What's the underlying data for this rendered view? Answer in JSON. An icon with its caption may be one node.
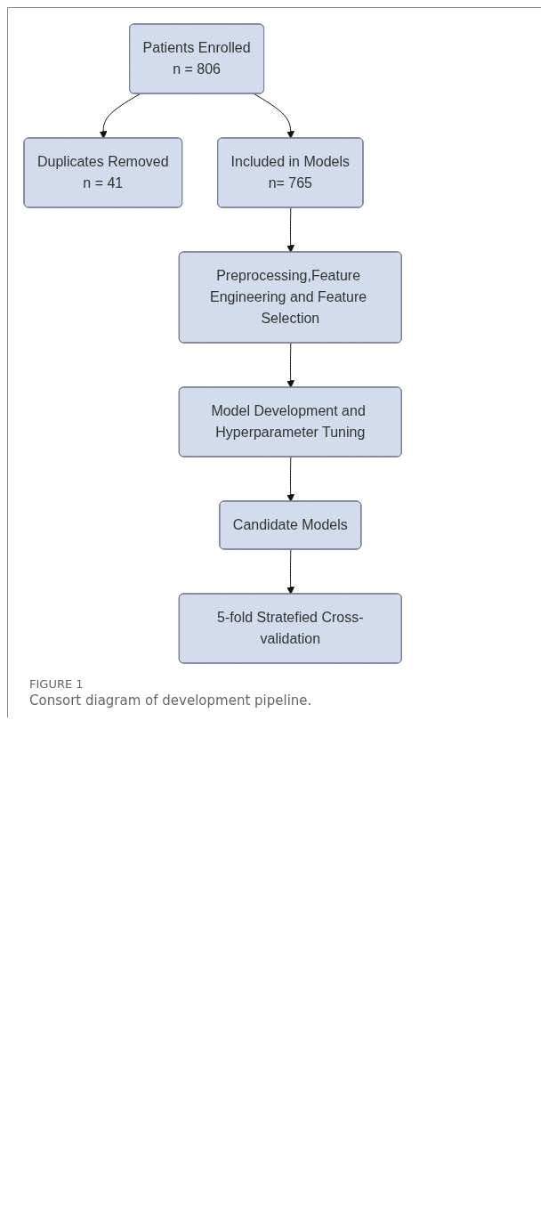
{
  "diagram": {
    "caption": "Consort diagram of development pipeline.",
    "nodes": [
      {
        "text": [
          "Patients Enrolled",
          "n = 806"
        ]
      },
      {
        "text": [
          "Duplicates Removed",
          "n = 41"
        ]
      },
      {
        "text": [
          "Included in Models",
          "n= 765"
        ]
      },
      {
        "text": [
          "Preprocessing,Feature Engineering and Feature Selection"
        ]
      },
      {
        "text": [
          "Model Development and Hyperparameter Tuning"
        ]
      },
      {
        "text": [
          "Candidate Models"
        ]
      },
      {
        "text": [
          "5-fold Stratefied Cross-validation"
        ]
      }
    ],
    "edges": [
      {
        "from": 0,
        "to": 1,
        "arrow": "to"
      },
      {
        "from": 0,
        "to": 2,
        "arrow": "to"
      },
      {
        "from": 2,
        "to": 3,
        "arrow": "to"
      },
      {
        "from": 3,
        "to": 4,
        "arrow": "to"
      },
      {
        "from": 4,
        "to": 5,
        "arrow": "to"
      },
      {
        "from": 5,
        "to": 6,
        "arrow": "to"
      }
    ],
    "labels": [
      "FIGURE 1"
    ]
  }
}
